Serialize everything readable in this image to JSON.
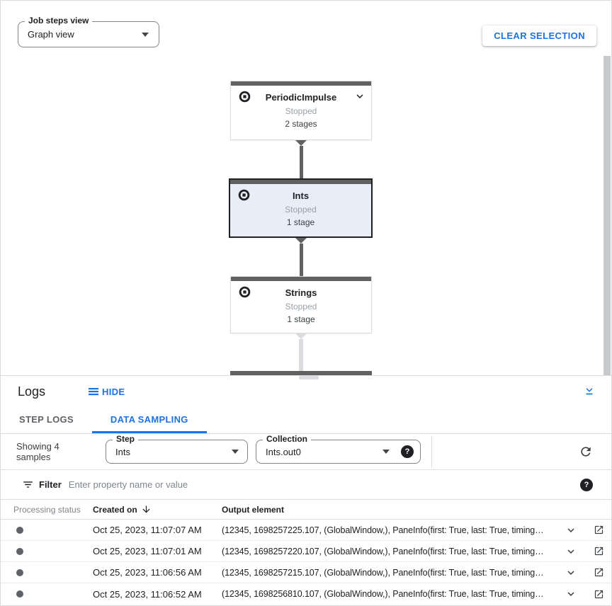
{
  "accent_color": "#1a73e8",
  "toolbar": {
    "job_steps_view_label": "Job steps view",
    "job_steps_view_value": "Graph view",
    "clear_selection_label": "CLEAR SELECTION"
  },
  "graph": {
    "nodes": [
      {
        "title": "PeriodicImpulse",
        "status": "Stopped",
        "stages": "2 stages",
        "selected": false,
        "expandable": true
      },
      {
        "title": "Ints",
        "status": "Stopped",
        "stages": "1 stage",
        "selected": true,
        "expandable": false
      },
      {
        "title": "Strings",
        "status": "Stopped",
        "stages": "1 stage",
        "selected": false,
        "expandable": false
      }
    ]
  },
  "logs": {
    "title": "Logs",
    "hide_label": "HIDE",
    "tabs": {
      "step_logs": "STEP LOGS",
      "data_sampling": "DATA SAMPLING"
    },
    "sampling": {
      "showing_text": "Showing 4 samples",
      "step_label": "Step",
      "step_value": "Ints",
      "collection_label": "Collection",
      "collection_value": "Ints.out0"
    },
    "filter": {
      "label": "Filter",
      "placeholder": "Enter property name or value"
    },
    "table": {
      "headers": {
        "processing_status": "Processing status",
        "created_on": "Created on",
        "output_element": "Output element"
      },
      "rows": [
        {
          "created_on": "Oct 25, 2023, 11:07:07 AM",
          "output_element": "(12345, 1698257225.107, (GlobalWindow,), PaneInfo(first: True, last: True, timing…"
        },
        {
          "created_on": "Oct 25, 2023, 11:07:01 AM",
          "output_element": "(12345, 1698257220.107, (GlobalWindow,), PaneInfo(first: True, last: True, timing…"
        },
        {
          "created_on": "Oct 25, 2023, 11:06:56 AM",
          "output_element": "(12345, 1698257215.107, (GlobalWindow,), PaneInfo(first: True, last: True, timing…"
        },
        {
          "created_on": "Oct 25, 2023, 11:06:52 AM",
          "output_element": "(12345, 1698256810.107, (GlobalWindow,), PaneInfo(first: True, last: True, timing…"
        }
      ]
    }
  },
  "icons": [
    "dropdown-arrow-icon",
    "stop-circle-icon",
    "chevron-down-icon",
    "hide-lines-icon",
    "collapse-panel-icon",
    "help-icon",
    "refresh-icon",
    "filter-list-icon",
    "sort-descending-icon",
    "open-in-new-icon",
    "status-dot"
  ]
}
